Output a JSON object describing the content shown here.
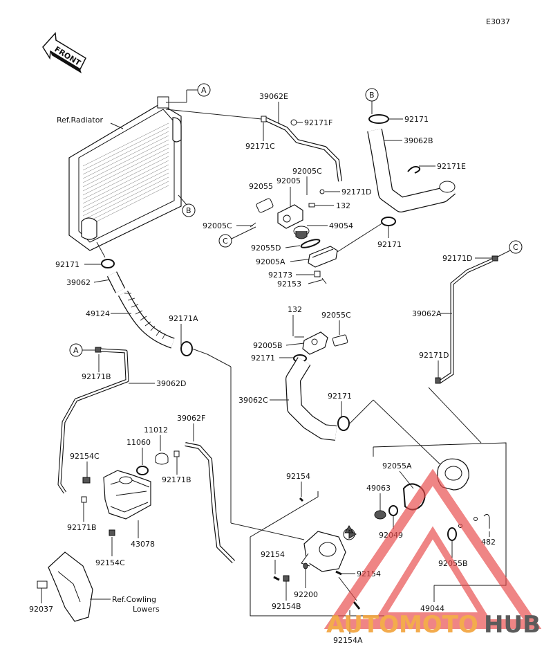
{
  "diagram_code": "E3037",
  "front_label": "FRONT",
  "callouts": {
    "A": "A",
    "B": "B",
    "C": "C"
  },
  "refs": {
    "radiator": "Ref.Radiator",
    "cowling_line1": "Ref.Cowling",
    "cowling_line2": "Lowers"
  },
  "labels": {
    "p39062E": "39062E",
    "p92171F": "92171F",
    "p92171C": "92171C",
    "p92005C_top": "92005C",
    "p92005_top": "92005",
    "p92055_top": "92055",
    "p92171D_top": "92171D",
    "p132_top": "132",
    "p92005C_left": "92005C",
    "p49054": "49054",
    "p92055D": "92055D",
    "p92005A": "92005A",
    "p92173": "92173",
    "p92153": "92153",
    "p92171_B": "92171",
    "p39062B": "39062B",
    "p92171E": "92171E",
    "p92171_right": "92171",
    "p92171_left": "92171",
    "p39062": "39062",
    "p49124": "49124",
    "p92171A": "92171A",
    "p92171D_right": "92171D",
    "p39062A": "39062A",
    "p132_mid": "132",
    "p92055C": "92055C",
    "p92005B": "92005B",
    "p92171_mid": "92171",
    "p92171D_lower": "92171D",
    "p92171B_top": "92171B",
    "p39062D": "39062D",
    "p39062C": "39062C",
    "p92171_lower": "92171",
    "p39062F": "39062F",
    "p11012": "11012",
    "p11060": "11060",
    "p92171B_mid": "92171B",
    "p92154C_top": "92154C",
    "p92154_top": "92154",
    "p92055A": "92055A",
    "p49063": "49063",
    "p92049": "92049",
    "p92171B_low": "92171B",
    "p43078": "43078",
    "p92154C_low": "92154C",
    "p482": "482",
    "p92055B": "92055B",
    "p92154_left": "92154",
    "p92154_right": "92154",
    "p92200": "92200",
    "p92154B": "92154B",
    "p49044": "49044",
    "p92037": "92037",
    "p92154A": "92154A"
  },
  "watermark": {
    "word_a": "AUTOMOTO",
    "word_b": "HUB",
    "color_a": "#f2a23a",
    "color_b": "#4a4a4a",
    "triangle_color": "#e84b4b"
  }
}
